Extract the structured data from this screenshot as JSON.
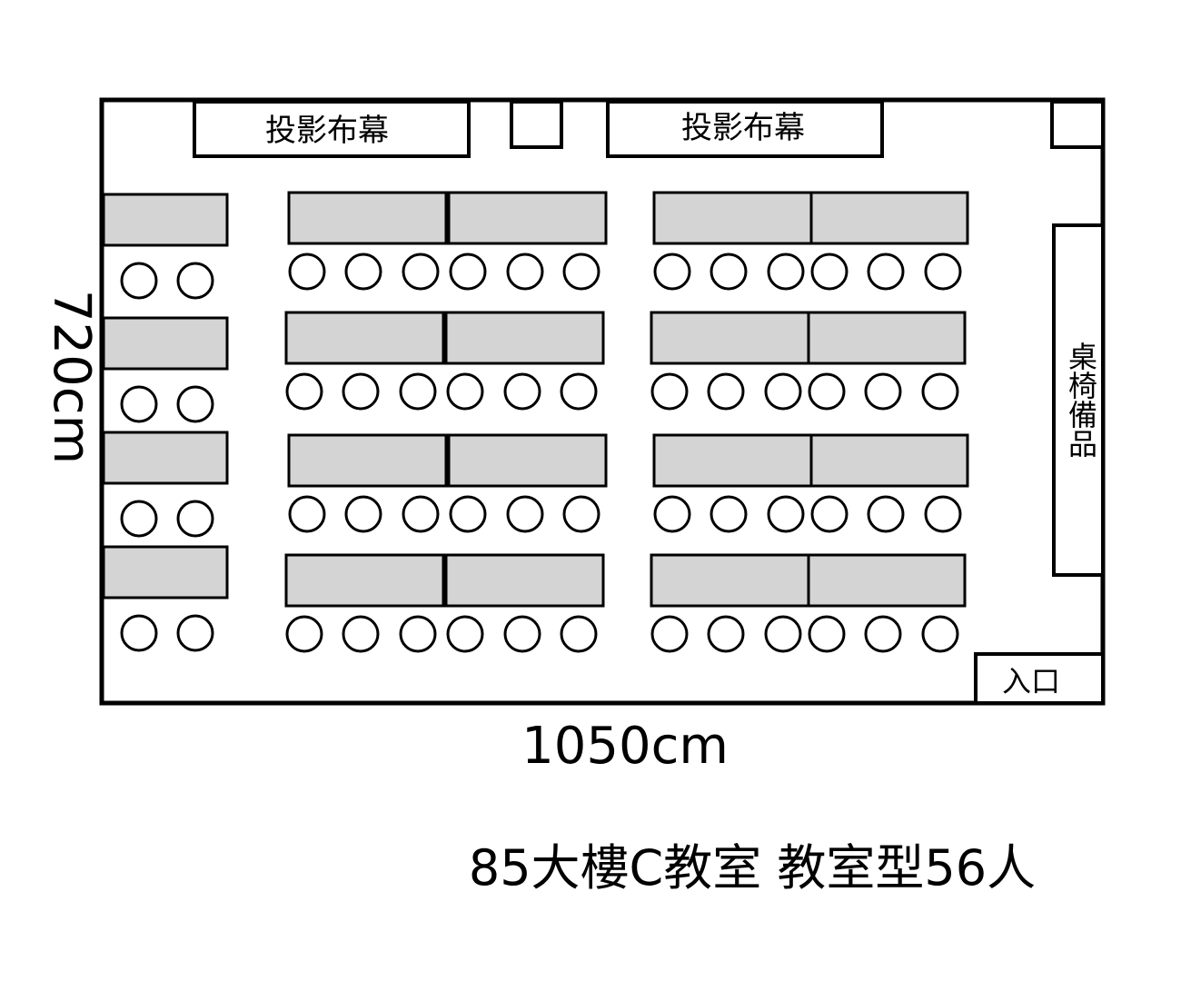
{
  "room": {
    "screen_label": "投影布幕",
    "storage_label": "桌椅備品",
    "entrance_label": "入口",
    "width_label": "1050cm",
    "height_label": "720cm"
  },
  "caption": "85大樓C教室  教室型56人",
  "layout": {
    "left_column": {
      "rows": 4,
      "desks_per_row": 1,
      "seats_per_row": 2
    },
    "center_block": {
      "rows": 4,
      "desks_per_row": 2,
      "seats_per_row": 6
    },
    "right_block": {
      "rows": 4,
      "desks_per_row": 2,
      "seats_per_row": 6
    },
    "total_seats": 56
  },
  "colors": {
    "desk_fill": "#d4d4d4",
    "line": "#000000",
    "background": "#ffffff"
  }
}
